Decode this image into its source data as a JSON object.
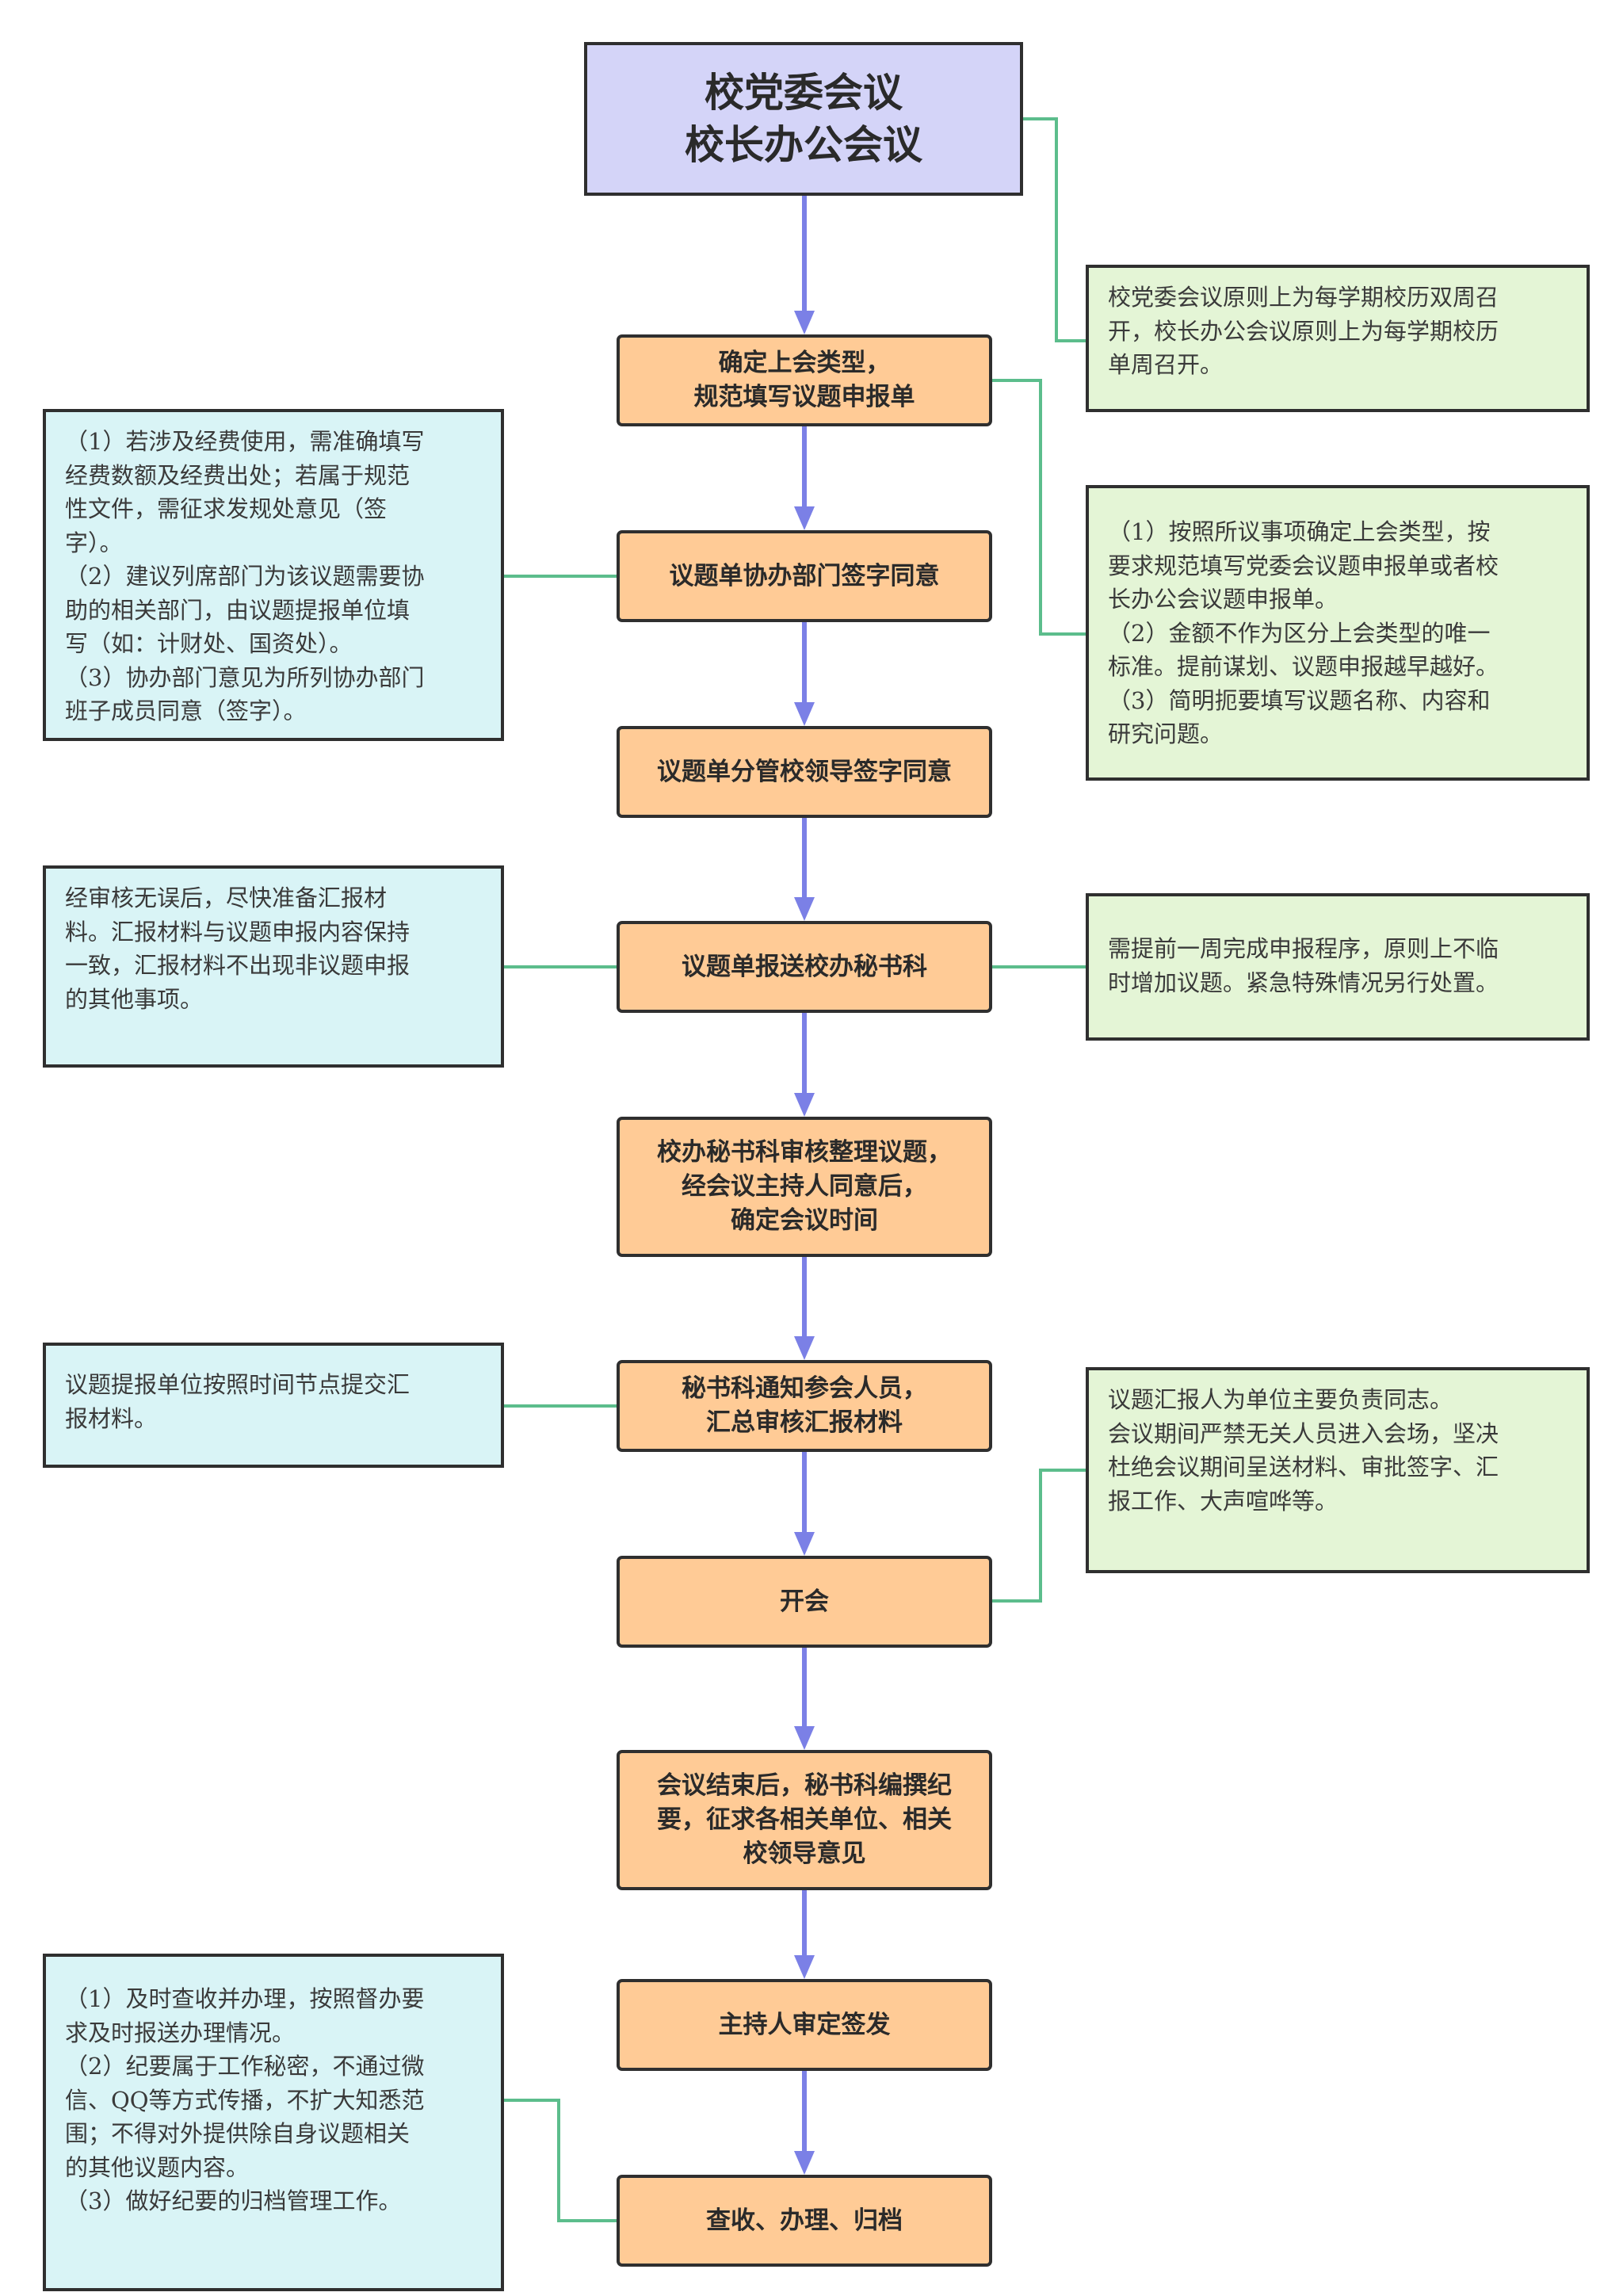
{
  "title": [
    "校党委会议",
    "校长办公会议"
  ],
  "steps": [
    [
      "确定上会类型，",
      "规范填写议题申报单"
    ],
    [
      "议题单协办部门签字同意"
    ],
    [
      "议题单分管校领导签字同意"
    ],
    [
      "议题单报送校办秘书科"
    ],
    [
      "校办秘书科审核整理议题，",
      "经会议主持人同意后，",
      "确定会议时间"
    ],
    [
      "秘书科通知参会人员，",
      "汇总审核汇报材料"
    ],
    [
      "开会"
    ],
    [
      "会议结束后，秘书科编撰纪",
      "要，征求各相关单位、相关",
      "校领导意见"
    ],
    [
      "主持人审定签发"
    ],
    [
      "查收、办理、归档"
    ]
  ],
  "notes": {
    "meeting_schedule": [
      "校党委会议原则上为每学期校历双周召",
      "开，校长办公会议原则上为每学期校历",
      "单周召开。"
    ],
    "topic_type": [
      "（1）按照所议事项确定上会类型，按",
      "要求规范填写党委会议题申报单或者校",
      "长办公会议题申报单。",
      "（2）金额不作为区分上会类型的唯一",
      "标准。提前谋划、议题申报越早越好。",
      "（3）简明扼要填写议题名称、内容和",
      "研究问题。"
    ],
    "cosign": [
      "（1）若涉及经费使用，需准确填写",
      "经费数额及经费出处；若属于规范",
      "性文件，需征求发规处意见（签",
      "字）。",
      "（2）建议列席部门为该议题需要协",
      "助的相关部门，由议题提报单位填",
      "写（如：计财处、国资处）。",
      "（3）协办部门意见为所列协办部门",
      "班子成员同意（签字）。"
    ],
    "report_material": [
      "经审核无误后，尽快准备汇报材",
      "料。汇报材料与议题申报内容保持",
      "一致，汇报材料不出现非议题申报",
      "的其他事项。"
    ],
    "deadline": [
      "需提前一周完成申报程序，原则上不临",
      "时增加议题。紧急特殊情况另行处置。"
    ],
    "submit_material": [
      "议题提报单位按照时间节点提交汇",
      "报材料。"
    ],
    "meeting_rules": [
      "议题汇报人为单位主要负责同志。",
      "会议期间严禁无关人员进入会场，坚决",
      "杜绝会议期间呈送材料、审批签字、汇",
      "报工作、大声喧哗等。"
    ],
    "archive": [
      "（1）及时查收并办理，按照督办要",
      "求及时报送办理情况。",
      "（2）纪要属于工作秘密，不通过微",
      "信、QQ等方式传播，不扩大知悉范",
      "围；不得对外提供除自身议题相关",
      "的其他议题内容。",
      "（3）做好纪要的归档管理工作。"
    ]
  },
  "colors": {
    "title_fill": "#d4d4f8",
    "step_fill": "#ffcb96",
    "left_note_fill": "#d9f4f6",
    "right_note_fill": "#e4f5d6",
    "arrow": "#7b80e6",
    "connector": "#5cbd8c",
    "border": "#2f2f2f"
  }
}
